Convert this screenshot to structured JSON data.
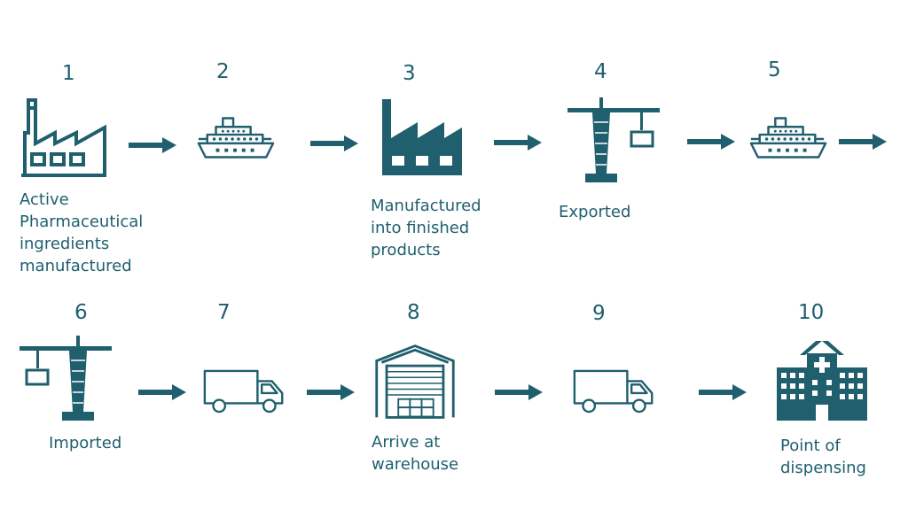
{
  "steps": [
    {
      "number": "1",
      "label": "Active\nPharmaceutical\ningredients\nmanufactured",
      "icon": "factory-outline-icon"
    },
    {
      "number": "2",
      "label": "",
      "icon": "ship-icon"
    },
    {
      "number": "3",
      "label": "Manufactured\ninto finished\nproducts",
      "icon": "factory-solid-icon"
    },
    {
      "number": "4",
      "label": "Exported",
      "icon": "port-crane-icon"
    },
    {
      "number": "5",
      "label": "",
      "icon": "ship-icon"
    },
    {
      "number": "6",
      "label": "Imported",
      "icon": "port-crane-icon"
    },
    {
      "number": "7",
      "label": "",
      "icon": "truck-icon"
    },
    {
      "number": "8",
      "label": "Arrive at\nwarehouse",
      "icon": "warehouse-icon"
    },
    {
      "number": "9",
      "label": "",
      "icon": "truck-icon"
    },
    {
      "number": "10",
      "label": "Point of\ndispensing",
      "icon": "hospital-icon"
    }
  ],
  "colors": {
    "primary": "#1f5f6e",
    "background": "#ffffff"
  }
}
